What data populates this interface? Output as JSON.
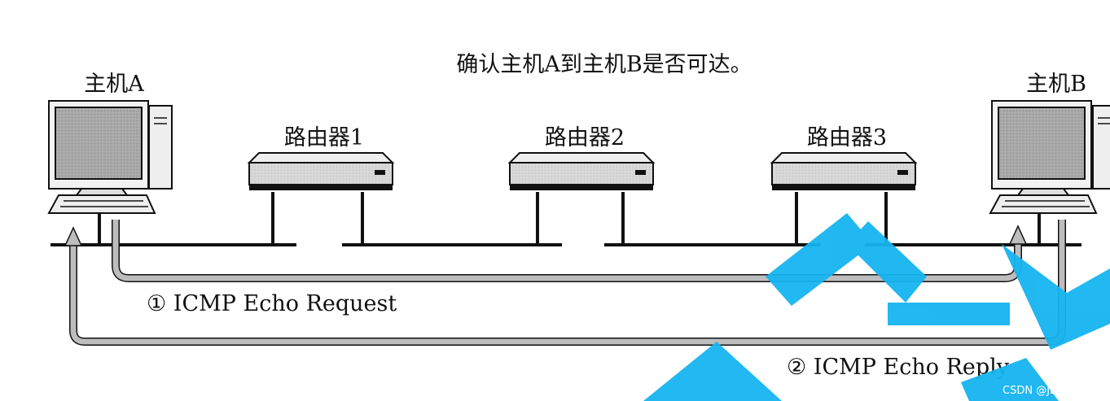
{
  "title": "确认主机A到主机B是否可达。",
  "hosts": [
    {
      "label": "主机A"
    },
    {
      "label": "主机B"
    }
  ],
  "routers": [
    {
      "label": "路由器1"
    },
    {
      "label": "路由器2"
    },
    {
      "label": "路由器3"
    }
  ],
  "messages": {
    "request": "① ICMP Echo Request",
    "reply": "② ICMP Echo Reply"
  },
  "watermark": "CSDN @JDSZGLLL",
  "colors": {
    "line": "#111111",
    "arrow": "#b8b8b8",
    "device_face": "#d9d9d9",
    "screen": "#a9a9a9",
    "watermark_stroke": "#16b4f0"
  }
}
